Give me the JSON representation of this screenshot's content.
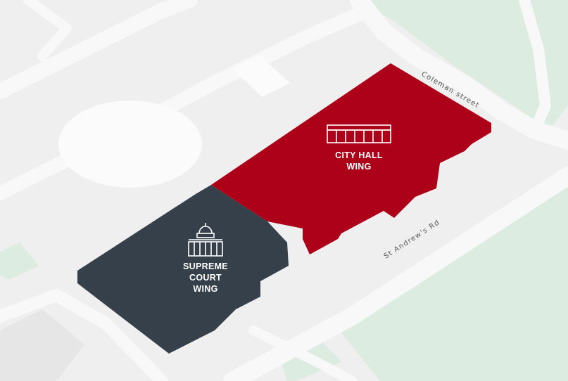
{
  "map": {
    "colors": {
      "background": "#efefef",
      "road": "#f8f8f8",
      "park": "#dcece1",
      "city_hall_wing": "#ad0019",
      "supreme_court_wing": "#35404a"
    },
    "wings": {
      "city_hall": {
        "label_line1": "CITY HALL",
        "label_line2": "WING",
        "icon": "city-hall-colonnade-icon"
      },
      "supreme_court": {
        "label_line1": "SUPREME",
        "label_line2": "COURT",
        "label_line3": "WING",
        "icon": "dome-building-icon"
      }
    },
    "streets": {
      "coleman": "Coleman street",
      "st_andrews": "St Andrew's Rd"
    }
  }
}
